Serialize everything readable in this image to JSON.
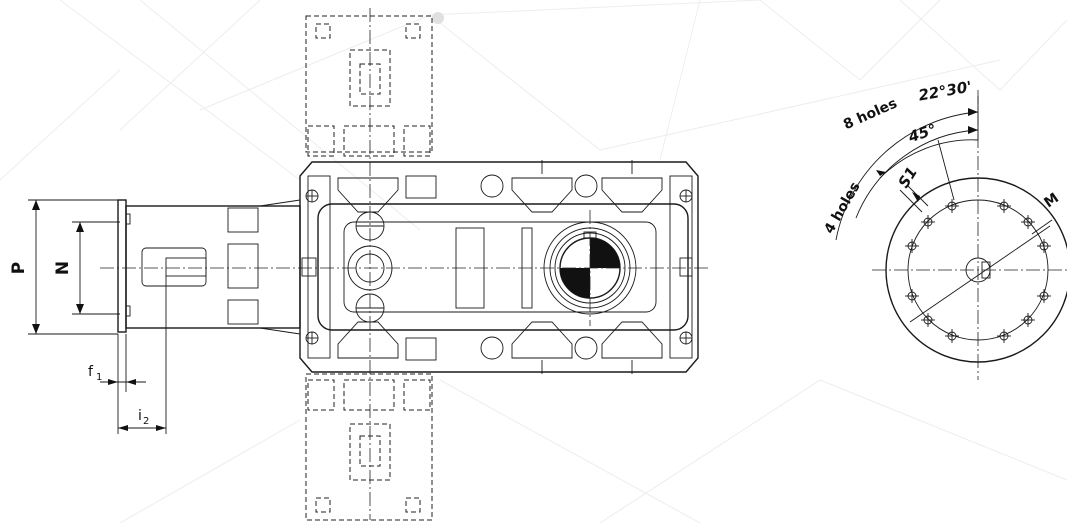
{
  "drawing": {
    "labels": {
      "P": "P",
      "N": "N",
      "f": "f",
      "f_sub": "1",
      "i": "i",
      "i_sub": "2",
      "eight_holes": "8 holes",
      "four_holes": "4 holes",
      "angle_22": "22°30'",
      "angle_45": "45°",
      "s1": "S1",
      "m": "M"
    }
  }
}
